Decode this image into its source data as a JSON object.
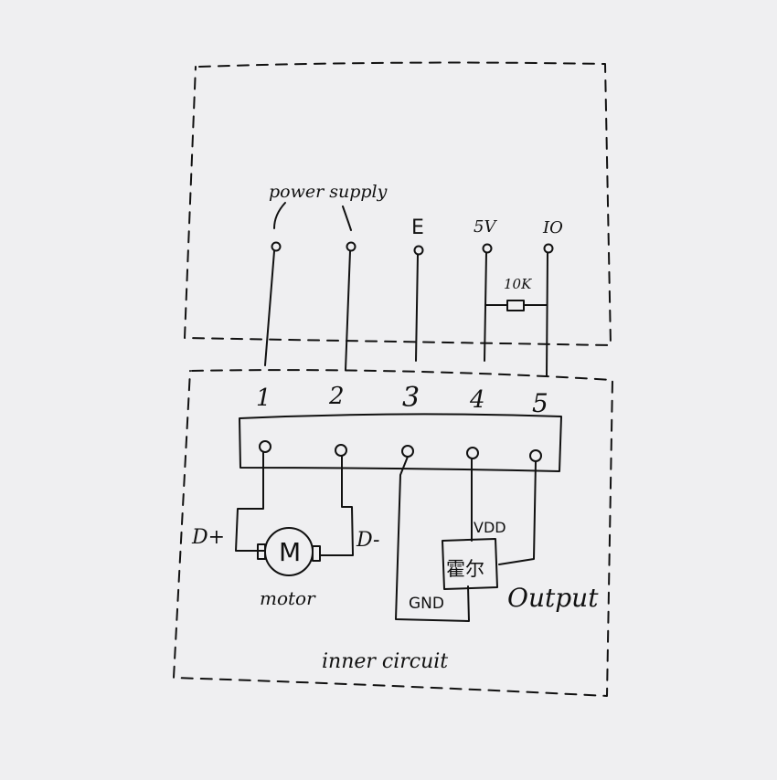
{
  "diagram": {
    "external": {
      "power_supply_label": "power supply",
      "terminals": [
        "E",
        "5V",
        "IO"
      ],
      "resistor_label": "10K"
    },
    "pins": [
      "1",
      "2",
      "3",
      "4",
      "5"
    ],
    "inner": {
      "motor_symbol": "M",
      "motor_label": "motor",
      "d_plus": "D+",
      "d_minus": "D-",
      "vdd": "VDD",
      "gnd": "GND",
      "hall_sensor": "霍尔",
      "output": "Output",
      "title": "inner circuit"
    }
  }
}
